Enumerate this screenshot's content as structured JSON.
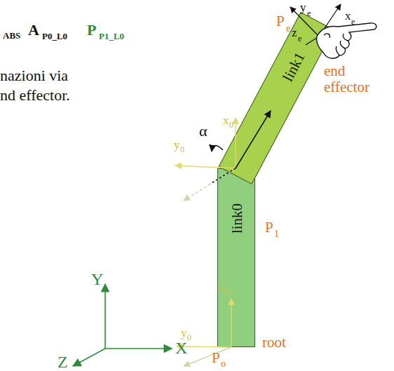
{
  "diagram": {
    "nodes": [
      {
        "text": [
          "link0"
        ]
      },
      {
        "text": [
          "link1"
        ]
      }
    ],
    "labels": [
      "ABS",
      "A",
      "P0_L0",
      "P",
      "P1_L0",
      "nazioni via",
      "nd effector.",
      "P",
      "e",
      "z",
      "e",
      "y",
      "e",
      "x",
      "e",
      "end effector",
      "x",
      "0",
      "y",
      "0",
      "α",
      "P",
      "1",
      "x",
      "0",
      "y",
      "0",
      "root",
      "P",
      "o",
      "Y",
      "X",
      "Z"
    ]
  }
}
